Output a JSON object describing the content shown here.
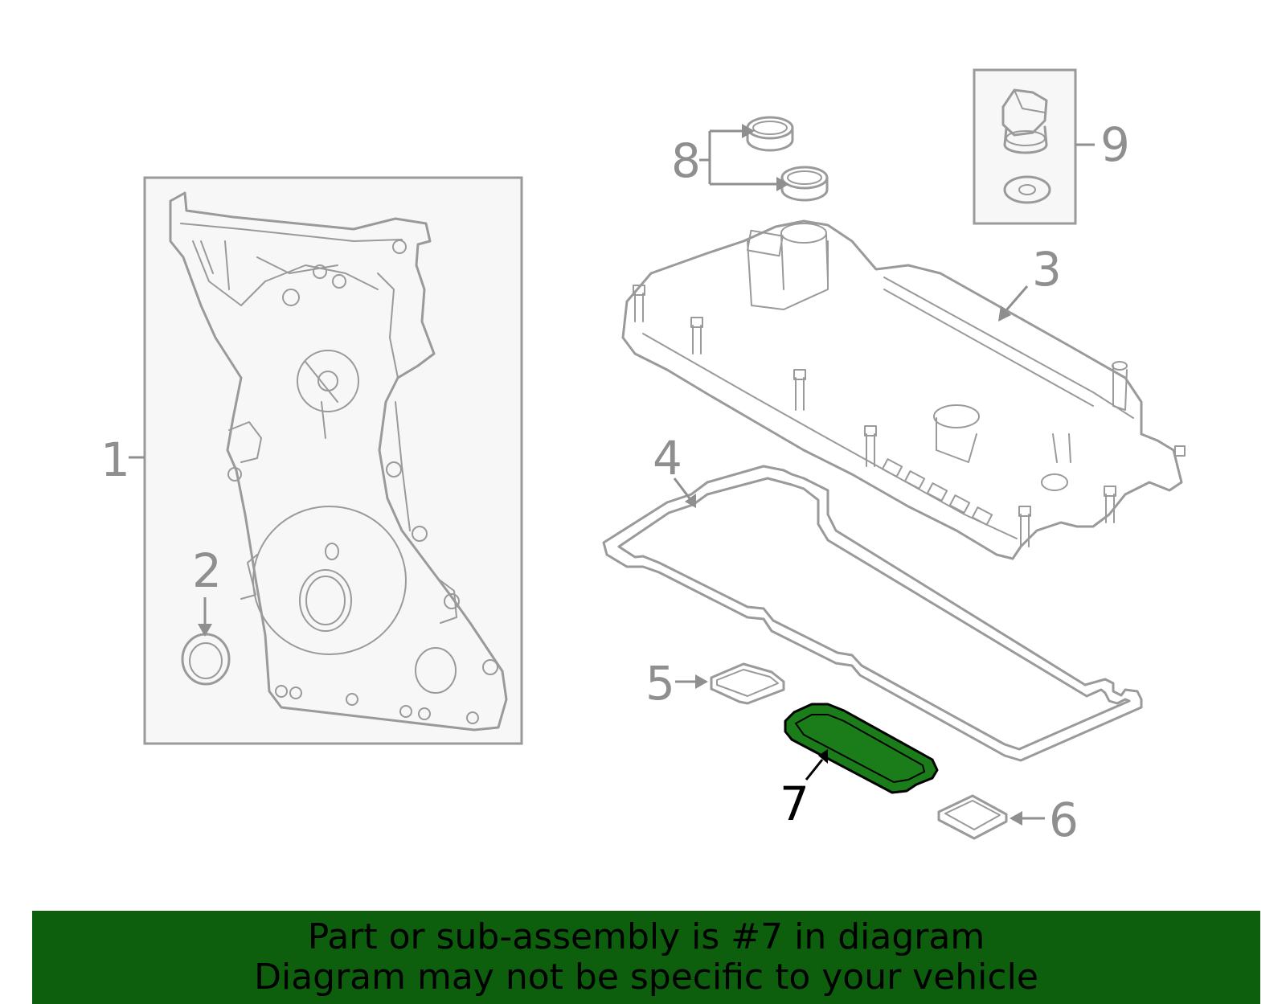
{
  "callouts": [
    {
      "id": "1",
      "label": "1"
    },
    {
      "id": "2",
      "label": "2"
    },
    {
      "id": "3",
      "label": "3"
    },
    {
      "id": "4",
      "label": "4"
    },
    {
      "id": "5",
      "label": "5"
    },
    {
      "id": "6",
      "label": "6"
    },
    {
      "id": "7",
      "label": "7",
      "highlighted": true
    },
    {
      "id": "8",
      "label": "8"
    },
    {
      "id": "9",
      "label": "9"
    }
  ],
  "banner": {
    "line1": "Part or sub-assembly is #7 in diagram",
    "line2": "Diagram may not be specific to your vehicle"
  },
  "colors": {
    "highlight": "#0d5e0d",
    "part_stroke": "#9a9a9a",
    "callout_text": "#8f8f8f",
    "highlight_text": "#000000"
  }
}
